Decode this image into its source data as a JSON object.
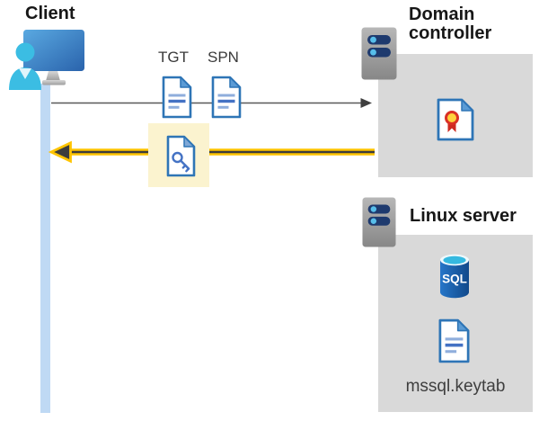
{
  "diagram": {
    "client": {
      "label": "Client",
      "icon": "user-workstation-icon"
    },
    "flow": {
      "tgt_label": "TGT",
      "spn_label": "SPN",
      "request_icons": [
        "document-ticket-icon",
        "document-ticket-icon"
      ],
      "response_icon": "key-ticket-icon"
    },
    "domain_controller": {
      "label": "Domain controller",
      "server_icon": "server-icon",
      "content_icon": "certificate-icon"
    },
    "linux_server": {
      "label": "Linux server",
      "server_icon": "server-icon",
      "sql_label": "SQL",
      "sql_icon": "sql-database-icon",
      "keytab_icon": "document-file-icon",
      "keytab_label": "mssql.keytab"
    },
    "colors": {
      "arrow_gray": "#595959",
      "arrow_yellow": "#ffc400",
      "arrow_core_dark": "#3c3c3c",
      "highlight_yellow": "#fbf3cf",
      "box_gray": "#d9d9d9",
      "lifeline_blue": "#bfd9f4",
      "doc_border_blue": "#2e75b6",
      "person_cyan": "#3bbde3"
    }
  }
}
